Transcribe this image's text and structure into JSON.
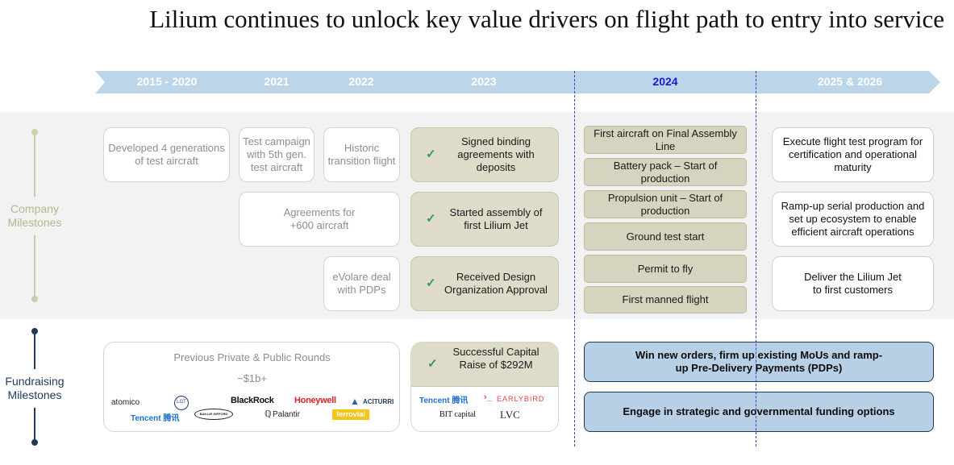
{
  "title": "Lilium continues to unlock key value drivers on flight path to entry into service",
  "timeline": {
    "years": [
      "2015 - 2020",
      "2021",
      "2022",
      "2023",
      "2024",
      "2025 & 2026"
    ],
    "highlight": "2024"
  },
  "side_labels": {
    "company": "Company Milestones",
    "fundraising": "Fundraising Milestones"
  },
  "milestones": {
    "y2015": "Developed 4 generations of test aircraft",
    "y2021_test": "Test campaign with 5th gen. test aircraft",
    "y2022_historic": "Historic transition flight",
    "agreements": "Agreements for +600 aircraft",
    "evolare": "eVolare deal with PDPs",
    "y2023": [
      "Signed binding agreements with deposits",
      "Started assembly of first Lilium Jet",
      "Received Design Organization Approval"
    ],
    "y2024": [
      "First aircraft on Final Assembly Line",
      "Battery pack – Start of production",
      "Propulsion unit – Start of production",
      "Ground test start",
      "Permit to fly",
      "First manned flight"
    ],
    "future": [
      "Execute flight test program for certification and operational maturity",
      "Ramp-up serial production and set up ecosystem to enable efficient aircraft operations",
      "Deliver the Lilium Jet to first customers"
    ]
  },
  "fundraising": {
    "previous_title": "Previous Private & Public Rounds",
    "previous_amount": "~$1b+",
    "previous_logos": [
      "atomico",
      "LGT",
      "BlackRock",
      "Honeywell",
      "ACITURRI",
      "Tencent 腾讯",
      "BAILLIE GIFFORD",
      "Palantir",
      "ferrovial"
    ],
    "raise_2023": "Successful Capital Raise of $292M",
    "raise_logos": [
      "Tencent 腾讯",
      "EARLYBIRD",
      "BIT capital",
      "LVC"
    ],
    "future": [
      "Win new orders, firm up existing MoUs and ramp-up Pre-Delivery Payments (PDPs)",
      "Engage in strategic and governmental funding options"
    ]
  },
  "icons": {
    "check": "check-icon"
  },
  "colors": {
    "arrow": "#bcd5e8",
    "year_text": "#ffffff",
    "year_highlight": "#1a1ad0",
    "done": "#dedbc8",
    "future_fund": "#b8d0e6",
    "check": "#2e9a52",
    "dashed": "#3b3fb8"
  }
}
